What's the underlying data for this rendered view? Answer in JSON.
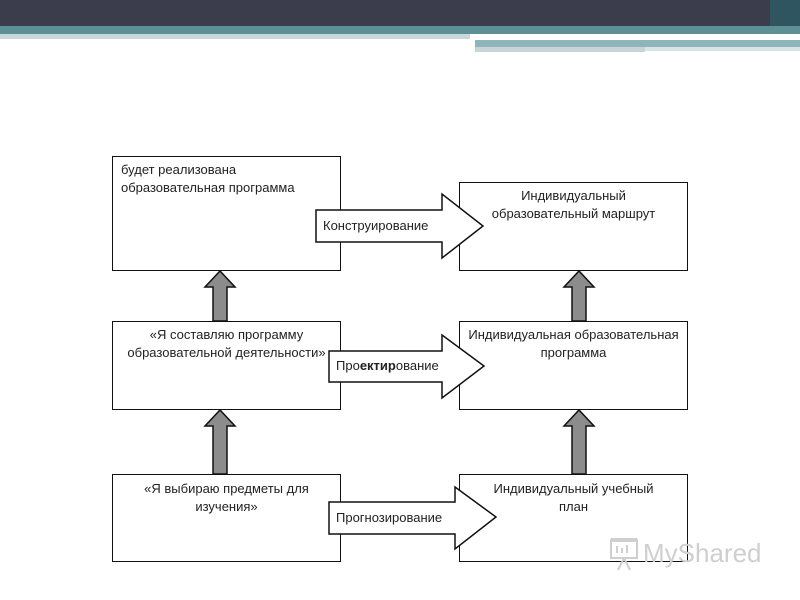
{
  "boxes": {
    "top_left": "будет реализована образовательная программа",
    "top_right": "Индивидуальный образовательный маршрут",
    "mid_left": "«Я составляю программу образовательной деятельности»",
    "mid_right": "Индивидуальная образовательная программа",
    "bot_left": "«Я выбираю предметы для изучения»",
    "bot_right": "Индивидуальный учебный план"
  },
  "arrows": {
    "top": "Конструирование",
    "mid_pre": "Про",
    "mid_bold": "ектир",
    "mid_post": "ование",
    "bot": "Прогнозирование"
  },
  "watermark": "MyShared",
  "colors": {
    "header_dark": "#3b3d4c",
    "header_stripe": "#5d8f97",
    "up_arrow_fill": "#8c8c8c"
  }
}
